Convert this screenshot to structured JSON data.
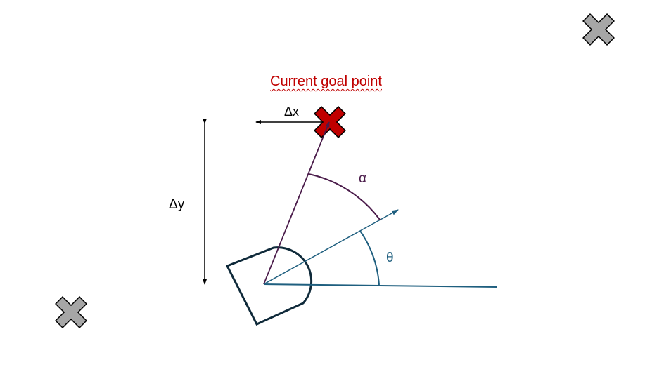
{
  "labels": {
    "title": "Current goal point",
    "delta_x": "Δx",
    "delta_y": "Δy",
    "alpha": "α",
    "theta": "θ"
  },
  "colors": {
    "goal_red": "#c00000",
    "alpha_purple": "#4a1b4a",
    "theta_teal": "#1f5f7f",
    "robot_outline": "#0f2a3a",
    "inactive_gray": "#a6a6a6",
    "arrow_black": "#000000"
  },
  "icons": {
    "goal": "cross-marker-red",
    "other_points": "cross-marker-gray"
  }
}
